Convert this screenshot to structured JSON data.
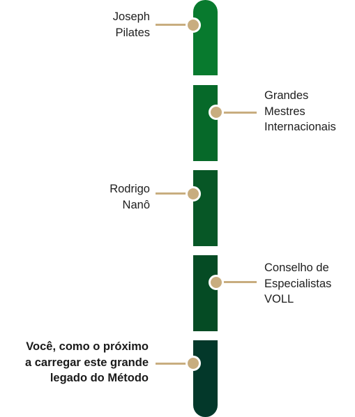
{
  "colors": {
    "segments": [
      "#087a2e",
      "#066929",
      "#075726",
      "#054b24",
      "#03382a"
    ],
    "accent": "#c8ad7f"
  },
  "milestones": [
    {
      "lines": [
        "Joseph",
        "Pilates"
      ],
      "side": "left"
    },
    {
      "lines": [
        "Grandes",
        "Mestres",
        "Internacionais"
      ],
      "side": "right"
    },
    {
      "lines": [
        "Rodrigo",
        "Nanô"
      ],
      "side": "left"
    },
    {
      "lines": [
        "Conselho de",
        "Especialistas",
        "VOLL"
      ],
      "side": "right"
    },
    {
      "lines": [
        "Você, como o próximo",
        "a carregar este grande",
        "legado do Método"
      ],
      "side": "left",
      "emphasis": true
    }
  ]
}
